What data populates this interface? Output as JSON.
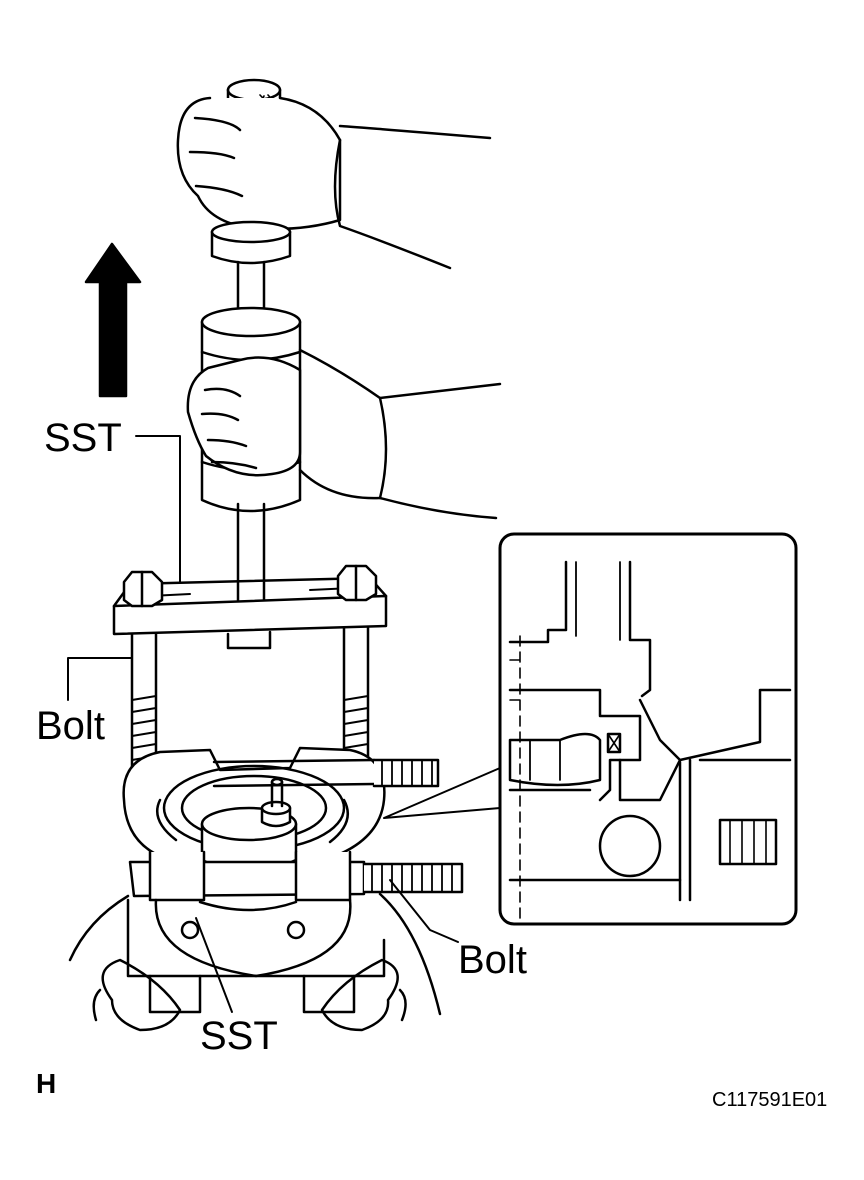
{
  "labels": {
    "sst_top": "SST",
    "bolt_left": "Bolt",
    "bolt_right": "Bolt",
    "sst_bottom": "SST",
    "section_letter": "H",
    "figure_code": "C117591E01"
  },
  "colors": {
    "line": "#000000",
    "background": "#ffffff"
  },
  "icons": {
    "arrow": "arrow-up-icon"
  }
}
